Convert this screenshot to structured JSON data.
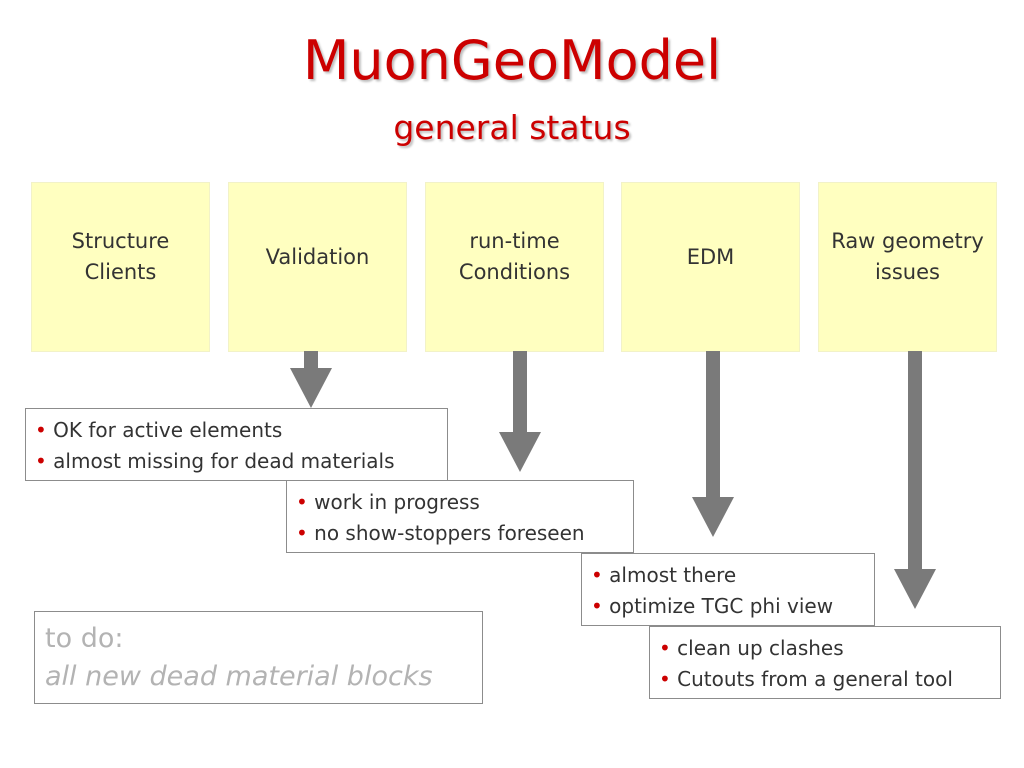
{
  "title": "MuonGeoModel",
  "subtitle": "general status",
  "categories": [
    {
      "label": "Structure\nClients"
    },
    {
      "label": "Validation"
    },
    {
      "label": "run-time\nConditions"
    },
    {
      "label": "EDM"
    },
    {
      "label": "Raw geometry\nissues"
    }
  ],
  "notes": [
    {
      "items": [
        "OK for active elements",
        "almost missing for dead materials"
      ]
    },
    {
      "items": [
        "work in progress",
        "no show-stoppers foreseen"
      ]
    },
    {
      "items": [
        "almost there",
        "optimize TGC phi view"
      ]
    },
    {
      "items": [
        "clean up clashes",
        "Cutouts from a general tool"
      ]
    }
  ],
  "todo": {
    "heading": "to do:",
    "body": "all new dead material blocks"
  },
  "bullet_glyph": "•",
  "colors": {
    "title": "#cc0000",
    "box_fill": "#ffffc0",
    "arrow": "#7a7a7a",
    "bullet": "#cc0000",
    "todo_text": "#b3b3b3"
  }
}
